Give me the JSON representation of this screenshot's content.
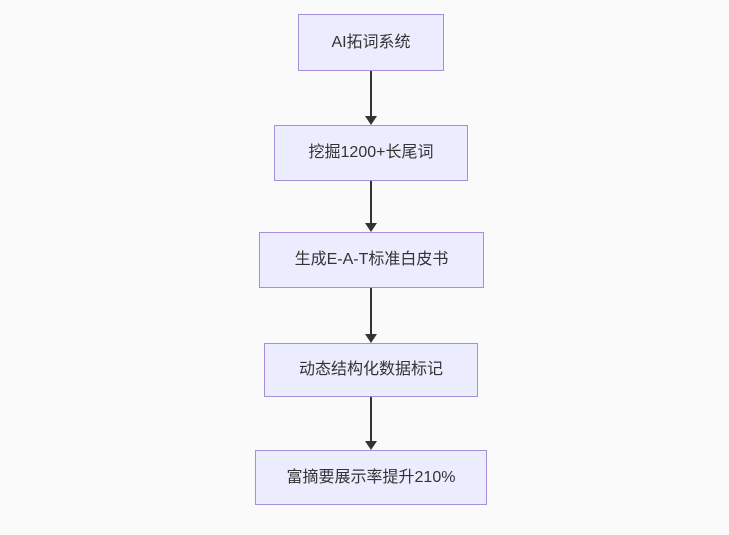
{
  "diagram": {
    "type": "flowchart",
    "direction": "top-down",
    "background_color": "#fafafa",
    "node_fill_color": "#ececff",
    "node_border_color": "#a58fd8",
    "node_text_color": "#333333",
    "arrow_color": "#333333",
    "nodes": [
      {
        "label": "AI拓词系统"
      },
      {
        "label": "挖掘1200+长尾词"
      },
      {
        "label": "生成E-A-T标准白皮书"
      },
      {
        "label": "动态结构化数据标记"
      },
      {
        "label": "富摘要展示率提升210%"
      }
    ],
    "edges": [
      {
        "from": 0,
        "to": 1
      },
      {
        "from": 1,
        "to": 2
      },
      {
        "from": 2,
        "to": 3
      },
      {
        "from": 3,
        "to": 4
      }
    ]
  }
}
